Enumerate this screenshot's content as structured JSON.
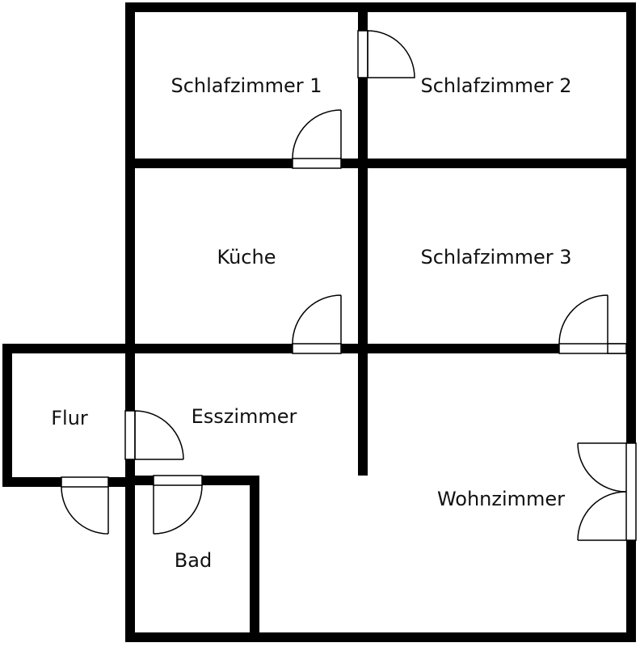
{
  "floorplan": {
    "rooms": {
      "schlafzimmer_1": "Schlafzimmer 1",
      "schlafzimmer_2": "Schlafzimmer 2",
      "kueche": "Küche",
      "schlafzimmer_3": "Schlafzimmer 3",
      "flur": "Flur",
      "esszimmer": "Esszimmer",
      "wohnzimmer": "Wohnzimmer",
      "bad": "Bad"
    },
    "colors": {
      "wall": "#000000",
      "background": "#ffffff",
      "text": "#111111"
    }
  }
}
